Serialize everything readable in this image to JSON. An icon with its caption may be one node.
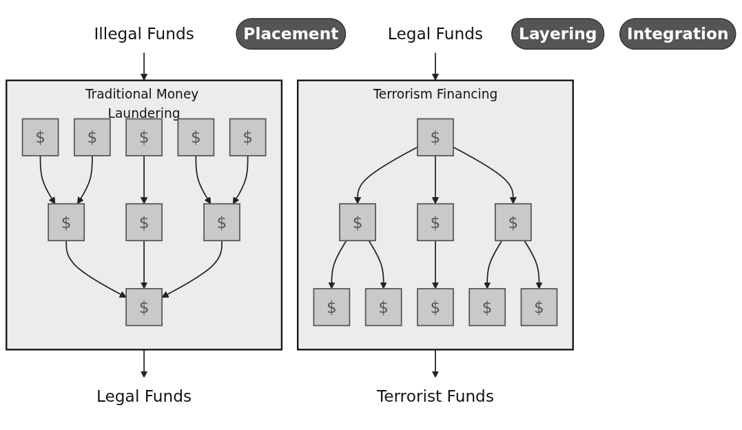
{
  "diagram": {
    "nodes": [
      {
        "text": [
          "Illegal Funds"
        ]
      },
      {
        "text": [
          "Traditional Money Laundering"
        ]
      },
      {
        "text": [
          "$"
        ],
        "in": 1
      },
      {
        "text": [
          "$"
        ],
        "in": 1
      },
      {
        "text": [
          "$"
        ],
        "in": 1
      },
      {
        "text": [
          "$"
        ],
        "in": 1
      },
      {
        "text": [
          "$"
        ],
        "in": 1
      },
      {
        "text": [
          "Placement"
        ]
      },
      {
        "text": [
          "Terrorism Financing"
        ]
      },
      {
        "text": [
          "$"
        ],
        "in": 8
      },
      {
        "text": [
          "Legal Funds"
        ]
      },
      {
        "text": [
          "$"
        ],
        "in": 1
      },
      {
        "text": [
          "$"
        ],
        "in": 1
      },
      {
        "text": [
          "$"
        ],
        "in": 1
      },
      {
        "text": [
          "Layering"
        ]
      },
      {
        "text": [
          "$"
        ],
        "in": 8
      },
      {
        "text": [
          "$"
        ],
        "in": 8
      },
      {
        "text": [
          "$"
        ],
        "in": 8
      },
      {
        "text": [
          "Legal Funds"
        ]
      },
      {
        "text": [
          "$"
        ],
        "in": 1
      },
      {
        "text": [
          "Integration"
        ]
      },
      {
        "text": [
          "$"
        ],
        "in": 8
      },
      {
        "text": [
          "$"
        ],
        "in": 8
      },
      {
        "text": [
          "$"
        ],
        "in": 8
      },
      {
        "text": [
          "$"
        ],
        "in": 8
      },
      {
        "text": [
          "$"
        ],
        "in": 8
      },
      {
        "text": [
          "Terrorist Funds"
        ]
      }
    ],
    "edges": [
      {
        "from": 0,
        "to": 1,
        "arrow": "to"
      },
      {
        "from": 2,
        "to": 11,
        "arrow": "to"
      },
      {
        "from": 3,
        "to": 11,
        "arrow": "to"
      },
      {
        "from": 4,
        "to": 12,
        "arrow": "to"
      },
      {
        "from": 5,
        "to": 13,
        "arrow": "to"
      },
      {
        "from": 6,
        "to": 13,
        "arrow": "to"
      },
      {
        "from": 11,
        "to": 19,
        "arrow": "to"
      },
      {
        "from": 12,
        "to": 19,
        "arrow": "to"
      },
      {
        "from": 13,
        "to": 19,
        "arrow": "to"
      },
      {
        "from": 1,
        "to": 18,
        "arrow": "to"
      },
      {
        "from": 10,
        "to": 8,
        "arrow": "to"
      },
      {
        "from": 9,
        "to": 15,
        "arrow": "to"
      },
      {
        "from": 9,
        "to": 16,
        "arrow": "to"
      },
      {
        "from": 9,
        "to": 17,
        "arrow": "to"
      },
      {
        "from": 15,
        "to": 21,
        "arrow": "to"
      },
      {
        "from": 15,
        "to": 22,
        "arrow": "to"
      },
      {
        "from": 16,
        "to": 23,
        "arrow": "to"
      },
      {
        "from": 17,
        "to": 24,
        "arrow": "to"
      },
      {
        "from": 17,
        "to": 25,
        "arrow": "to"
      },
      {
        "from": 8,
        "to": 26,
        "arrow": "to"
      }
    ]
  }
}
